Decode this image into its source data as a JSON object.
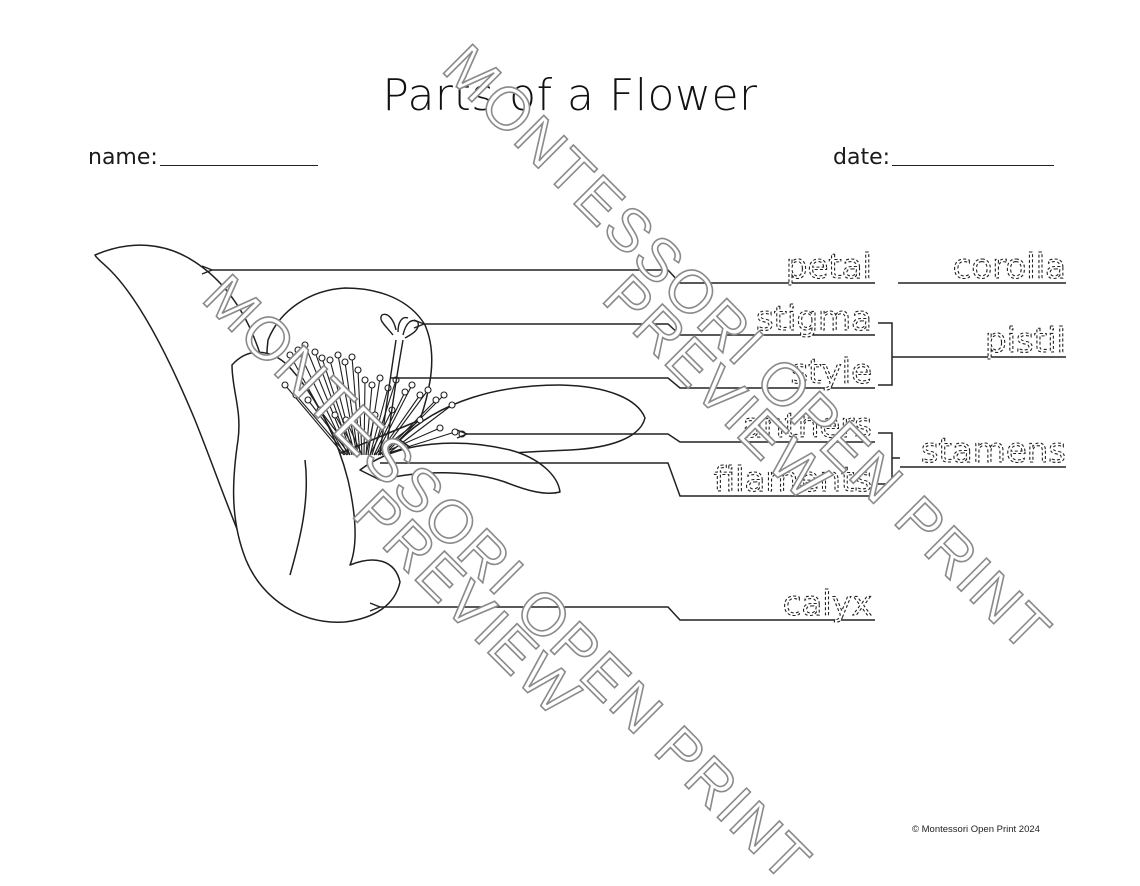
{
  "worksheet": {
    "title": "Parts of a Flower",
    "name_label": "name:",
    "date_label": "date:",
    "copyright": "© Montessori Open Print 2024"
  },
  "labels": {
    "petal": "petal",
    "corolla": "corolla",
    "stigma": "stigma",
    "style": "style",
    "pistil": "pistil",
    "anthers": "anthers",
    "filaments": "filaments",
    "stamens": "stamens",
    "calyx": "calyx"
  },
  "watermark": {
    "line1": "MONTESSORI OPEN PRINT",
    "line2": "PREVIEW"
  }
}
